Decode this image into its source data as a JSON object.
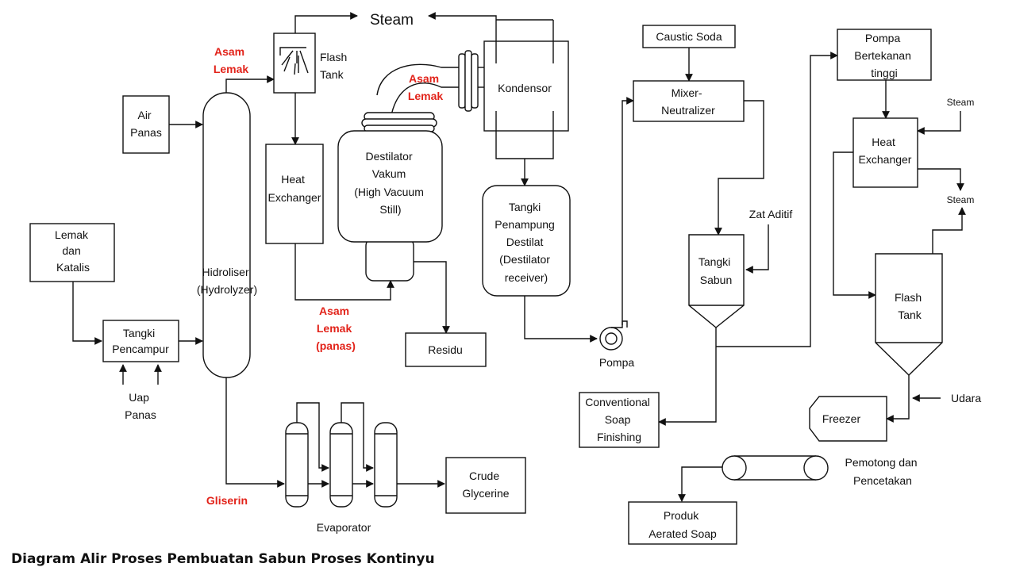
{
  "title": "Diagram Alir Proses Pembuatan Sabun Proses Kontinyu",
  "nodes": {
    "steam_top": "Steam",
    "flash_tank_top": [
      "Flash",
      "Tank"
    ],
    "asam_lemak_1": [
      "Asam",
      "Lemak"
    ],
    "asam_lemak_2": [
      "Asam",
      "Lemak"
    ],
    "asam_lemak_panas": [
      "Asam",
      "Lemak",
      "(panas)"
    ],
    "gliserin": "Gliserin",
    "air_panas": [
      "Air",
      "Panas"
    ],
    "lemak_katalis": [
      "Lemak",
      "dan",
      "Katalis"
    ],
    "tangki_pencampur": [
      "Tangki",
      "Pencampur"
    ],
    "uap_panas": [
      "Uap",
      "Panas"
    ],
    "hidroliser": [
      "Hidroliser",
      "(Hydrolyzer)"
    ],
    "heat_exchanger_left": [
      "Heat",
      "Exchanger"
    ],
    "destilator": [
      "Destilator",
      "Vakum",
      "(High Vacuum",
      "Still)"
    ],
    "kondensor": "Kondensor",
    "tangki_penampung": [
      "Tangki",
      "Penampung",
      "Destilat",
      "(Destilator",
      "receiver)"
    ],
    "residu": "Residu",
    "evaporator": "Evaporator",
    "crude_glycerine": [
      "Crude",
      "Glycerine"
    ],
    "pompa": "Pompa",
    "caustic_soda": "Caustic Soda",
    "mixer": [
      "Mixer-",
      "Neutralizer"
    ],
    "zat_aditif": "Zat Aditif",
    "tangki_sabun": [
      "Tangki",
      "Sabun"
    ],
    "conventional": [
      "Conventional",
      "Soap",
      "Finishing"
    ],
    "pompa_bertekanan": [
      "Pompa",
      "Bertekanan",
      "tinggi"
    ],
    "steam_right_1": "Steam",
    "steam_right_2": "Steam",
    "heat_exchanger_right": [
      "Heat",
      "Exchanger"
    ],
    "flash_tank_right": [
      "Flash",
      "Tank"
    ],
    "udara": "Udara",
    "freezer": "Freezer",
    "pemotong": [
      "Pemotong dan",
      "Pencetakan"
    ],
    "produk": [
      "Produk",
      "Aerated Soap"
    ]
  },
  "colors": {
    "line": "#111111",
    "highlight": "#e2231a",
    "background": "#ffffff"
  }
}
